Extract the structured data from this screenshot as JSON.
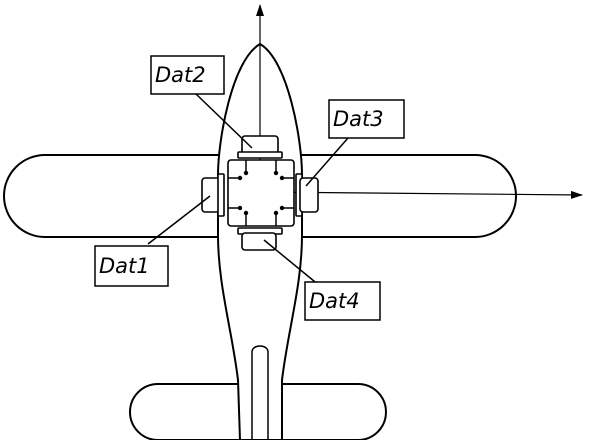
{
  "labels": {
    "dat1": "Dat1",
    "dat2": "Dat2",
    "dat3": "Dat3",
    "dat4": "Dat4"
  }
}
